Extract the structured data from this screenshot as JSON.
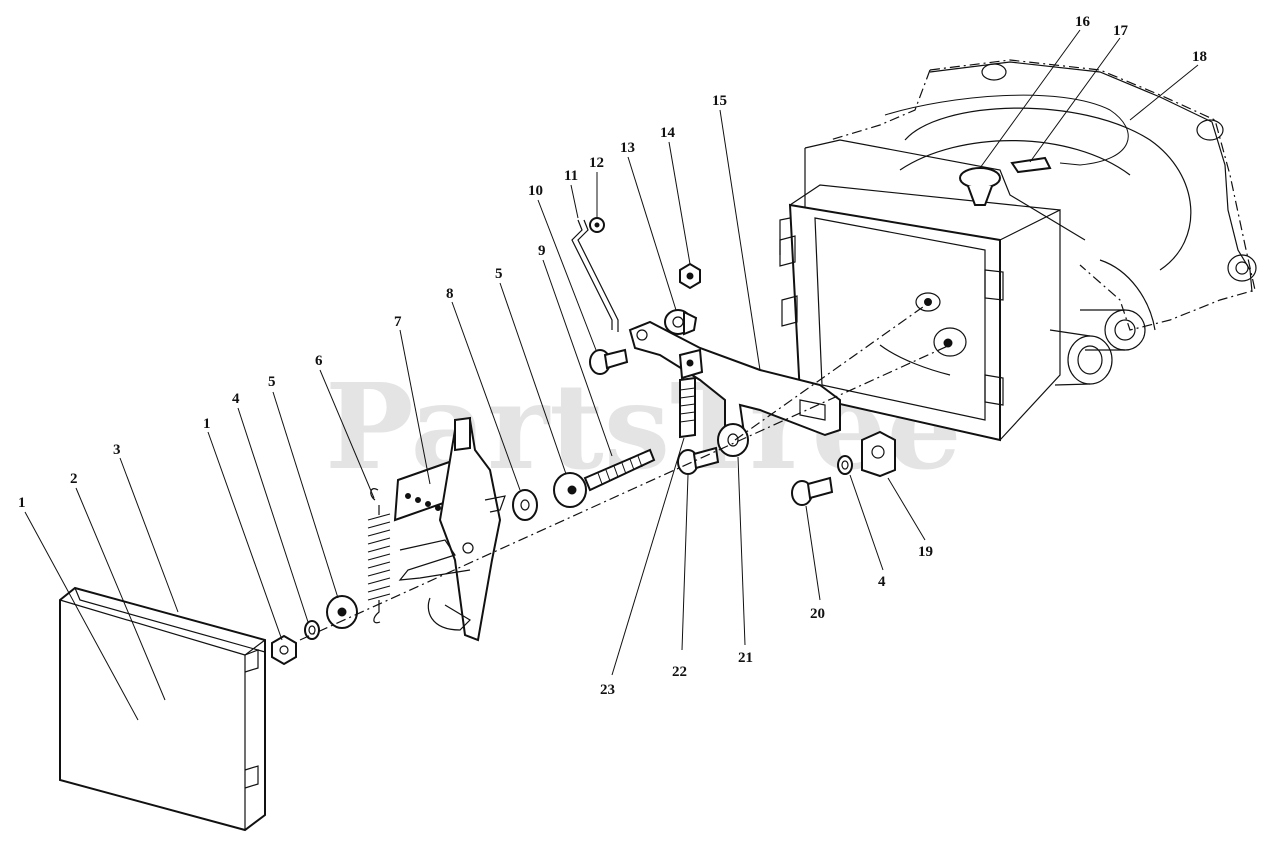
{
  "watermark": "PartsTree",
  "callouts": [
    {
      "id": "c1a",
      "label": "1"
    },
    {
      "id": "c2",
      "label": "2"
    },
    {
      "id": "c3",
      "label": "3"
    },
    {
      "id": "c1b",
      "label": "1"
    },
    {
      "id": "c4a",
      "label": "4"
    },
    {
      "id": "c5a",
      "label": "5"
    },
    {
      "id": "c6",
      "label": "6"
    },
    {
      "id": "c7",
      "label": "7"
    },
    {
      "id": "c8",
      "label": "8"
    },
    {
      "id": "c5b",
      "label": "5"
    },
    {
      "id": "c9",
      "label": "9"
    },
    {
      "id": "c10",
      "label": "10"
    },
    {
      "id": "c11",
      "label": "11"
    },
    {
      "id": "c12",
      "label": "12"
    },
    {
      "id": "c13",
      "label": "13"
    },
    {
      "id": "c14",
      "label": "14"
    },
    {
      "id": "c15",
      "label": "15"
    },
    {
      "id": "c16",
      "label": "16"
    },
    {
      "id": "c17",
      "label": "17"
    },
    {
      "id": "c18",
      "label": "18"
    },
    {
      "id": "c19",
      "label": "19"
    },
    {
      "id": "c20",
      "label": "20"
    },
    {
      "id": "c4b",
      "label": "4"
    },
    {
      "id": "c21",
      "label": "21"
    },
    {
      "id": "c22",
      "label": "22"
    },
    {
      "id": "c23",
      "label": "23"
    }
  ]
}
